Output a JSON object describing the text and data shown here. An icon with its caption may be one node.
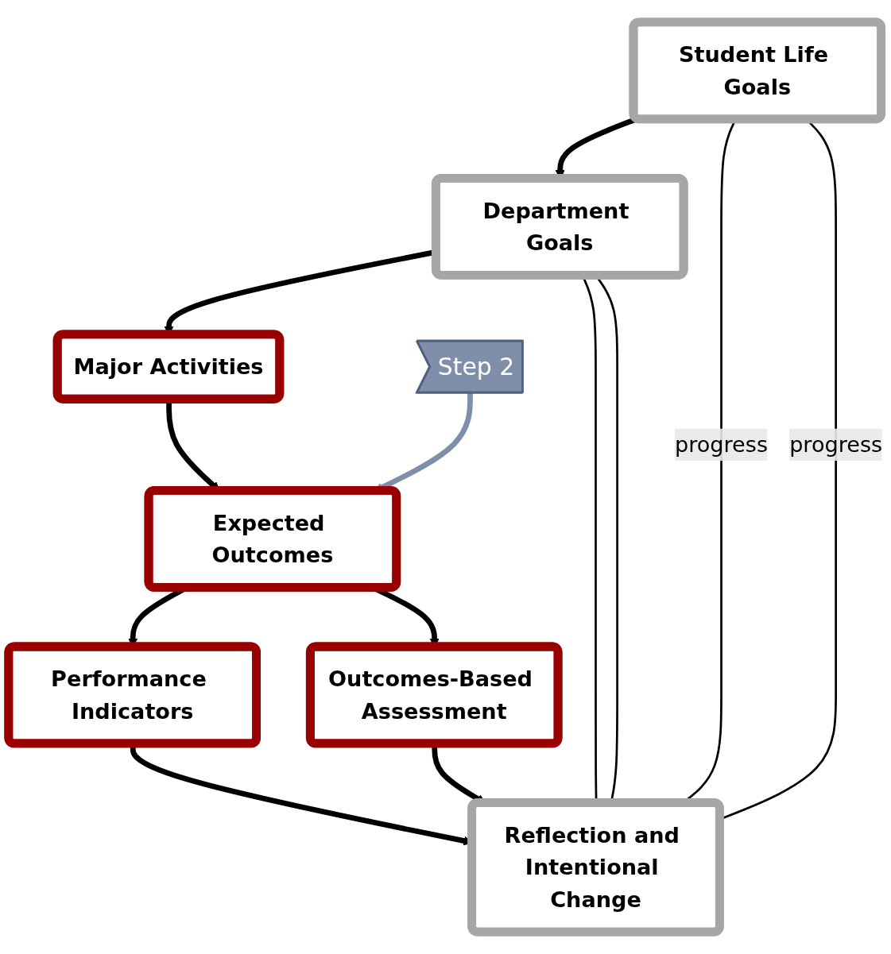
{
  "diagram": {
    "nodes": [
      {
        "text": [
          "Student Life Goals"
        ]
      },
      {
        "text": [
          "Department Goals"
        ]
      },
      {
        "text": [
          "Major Activities"
        ]
      },
      {
        "text": [
          "Expected Outcomes"
        ]
      },
      {
        "text": [
          "Performance Indicators"
        ]
      },
      {
        "text": [
          "Outcomes-Based Assessment"
        ]
      },
      {
        "text": [
          "Reflection and Intentional Change"
        ]
      },
      {
        "text": [
          "Step 2"
        ]
      }
    ],
    "edges": [
      {
        "from": 0,
        "to": 1,
        "arrow": "to"
      },
      {
        "from": 1,
        "to": 2,
        "arrow": "to"
      },
      {
        "from": 2,
        "to": 3,
        "arrow": "to"
      },
      {
        "from": 3,
        "to": 4,
        "arrow": "to"
      },
      {
        "from": 3,
        "to": 5,
        "arrow": "to"
      },
      {
        "from": 4,
        "to": 6,
        "arrow": "to"
      },
      {
        "from": 5,
        "to": 6,
        "arrow": "to"
      },
      {
        "from": 7,
        "to": 3,
        "arrow": "to",
        "color": "#7f8fa9"
      },
      {
        "from": 6,
        "to": 0,
        "arrow": "none",
        "label": "progress"
      },
      {
        "from": 0,
        "to": 6,
        "arrow": "none",
        "label": "progress"
      },
      {
        "from": 6,
        "to": 1,
        "arrow": "none"
      },
      {
        "from": 1,
        "to": 6,
        "arrow": "none"
      }
    ]
  }
}
